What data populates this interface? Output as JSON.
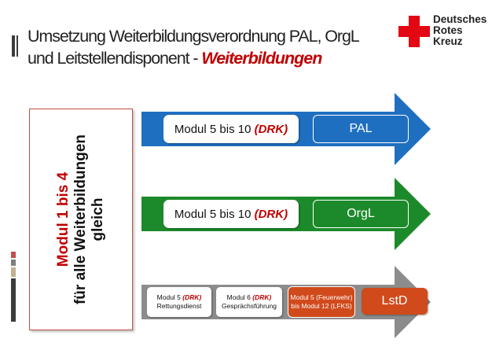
{
  "title": {
    "line1": "Umsetzung Weiterbildungsverordnung PAL, OrgL",
    "line2_prefix": "und Leitstellendisponent - ",
    "line2_accent": "Weiterbildungen"
  },
  "logo": {
    "line1": "Deutsches",
    "line2": "Rotes",
    "line3": "Kreuz"
  },
  "left_box": {
    "line1": "Modul 1 bis 4",
    "line2": "für alle Weiterbildungen",
    "line3": "gleich"
  },
  "rows": [
    {
      "module_text": "Modul 5 bis 10 ",
      "module_org": "(DRK)",
      "tag": "PAL",
      "color": "#1f6fc1"
    },
    {
      "module_text": "Modul 5 bis 10 ",
      "module_org": "(DRK)",
      "tag": "OrgL",
      "color": "#1c8a2a"
    }
  ],
  "lstd_row": {
    "color": "#8c8c8c",
    "box1": {
      "line1_text": "Modul 5 ",
      "line1_org": "(DRK)",
      "line2": "Rettungsdienst"
    },
    "box2": {
      "line1_text": "Modul 6 ",
      "line1_org": "(DRK)",
      "line2": "Gesprächsführung"
    },
    "box3": {
      "line1": "Modul 5 (Feuerwehr)",
      "line2": "bis Modul 12 (LFKS)"
    },
    "tag": "LstD",
    "accent": "#d04a1c"
  },
  "colors": {
    "drk_red": "#e30613",
    "accent_red": "#c00000",
    "deco": [
      "#c0504d",
      "#7f7f7f",
      "#c4b091",
      "#3b3b3b"
    ]
  }
}
